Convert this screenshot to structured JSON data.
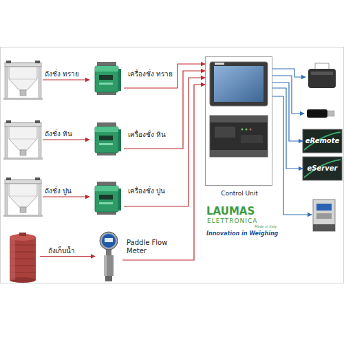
{
  "diagram": {
    "nodes": [
      {
        "text": [
          "ถังชั่ง ทราย"
        ]
      },
      {
        "text": [
          "เครื่องชั่ง ทราย"
        ]
      },
      {
        "text": [
          "ถังชั่ง หิน"
        ]
      },
      {
        "text": [
          "เครื่องชั่ง หิน"
        ]
      },
      {
        "text": [
          "ถังชั่ง ปูน"
        ]
      },
      {
        "text": [
          "เครื่องชั่ง ปูน"
        ]
      },
      {
        "text": [
          "ถังเก็บน้ำ"
        ]
      },
      {
        "text": [
          "Paddle Flow Meter"
        ]
      },
      {
        "text": [
          "Control Unit"
        ]
      },
      {
        "text": [
          "eRemote"
        ]
      },
      {
        "text": [
          "eServer"
        ]
      }
    ],
    "edges": [
      {
        "from": 0,
        "to": 1,
        "arrow": "to"
      },
      {
        "from": 1,
        "to": 8,
        "arrow": "to"
      },
      {
        "from": 2,
        "to": 3,
        "arrow": "to"
      },
      {
        "from": 3,
        "to": 8,
        "arrow": "to"
      },
      {
        "from": 4,
        "to": 5,
        "arrow": "to"
      },
      {
        "from": 5,
        "to": 8,
        "arrow": "to"
      },
      {
        "from": 6,
        "to": 7,
        "arrow": "to"
      },
      {
        "from": 7,
        "to": 8,
        "arrow": "to"
      },
      {
        "from": 8,
        "to": 9,
        "arrow": "to"
      },
      {
        "from": 8,
        "to": 10,
        "arrow": "to"
      }
    ],
    "labels": [
      "LAUMAS",
      "ELETTRONICA",
      "Made in Italy",
      "Innovation in Weighing"
    ]
  }
}
